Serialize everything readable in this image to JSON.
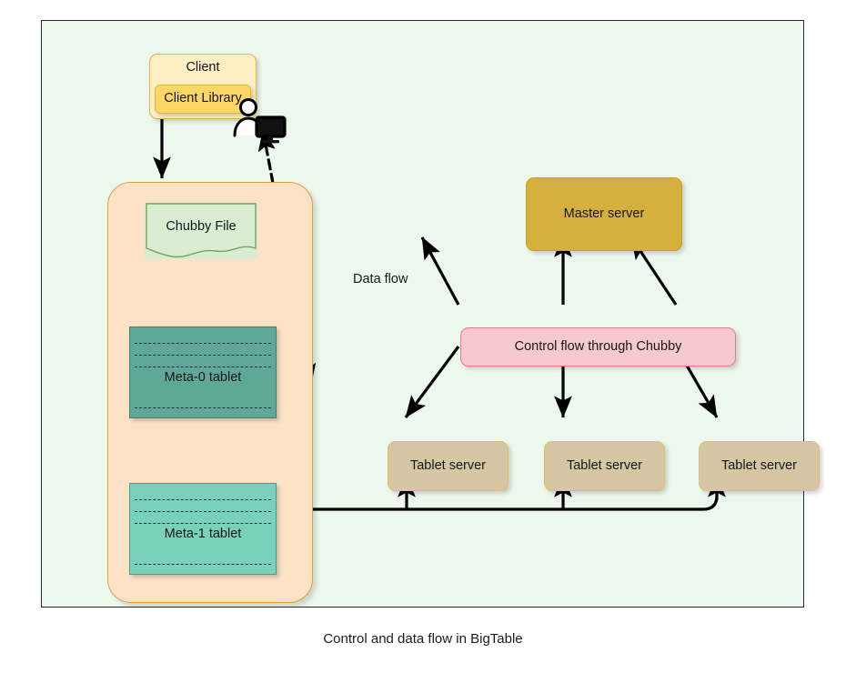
{
  "caption": "Control and data flow in BigTable",
  "diagram": {
    "background_color": "#edf8ec",
    "border_color": "#24292e",
    "client": {
      "label": "Client",
      "fill": "#fdeec4",
      "stroke": "#e0b63c",
      "library": {
        "label": "Client Library",
        "fill": "#fcd667",
        "stroke": "#e0b63c"
      }
    },
    "chubby_group": {
      "fill": "#fde2c6",
      "stroke": "#d9a23a"
    },
    "chubby_file": {
      "label": "Chubby File",
      "fill": "#d9ecd2",
      "stroke": "#6fa663"
    },
    "meta0": {
      "label": "Meta-0 tablet",
      "fill": "#5fa898",
      "stroke": "#3e7f71"
    },
    "meta1": {
      "label": "Meta-1 tablet",
      "fill": "#79d1bc",
      "stroke": "#3e9f8c"
    },
    "master_server": {
      "label": "Master server",
      "fill": "#d6b03c",
      "stroke": "#c59f2f"
    },
    "control_flow": {
      "label": "Control flow through Chubby",
      "fill": "#f5c9ce",
      "stroke": "#e07b8d"
    },
    "tablet_servers": [
      {
        "label": "Tablet server",
        "fill": "#d7c6a3",
        "stroke": "#e0be66"
      },
      {
        "label": "Tablet server",
        "fill": "#d7c6a3",
        "stroke": "#e0be66"
      },
      {
        "label": "Tablet server",
        "fill": "#d7c6a3",
        "stroke": "#e0be66"
      }
    ],
    "data_flow": {
      "label": "Data flow",
      "style": "dashed-double-arrow",
      "color": "#000000"
    },
    "icons": {
      "user_monitor": "user-at-monitor-icon"
    }
  }
}
